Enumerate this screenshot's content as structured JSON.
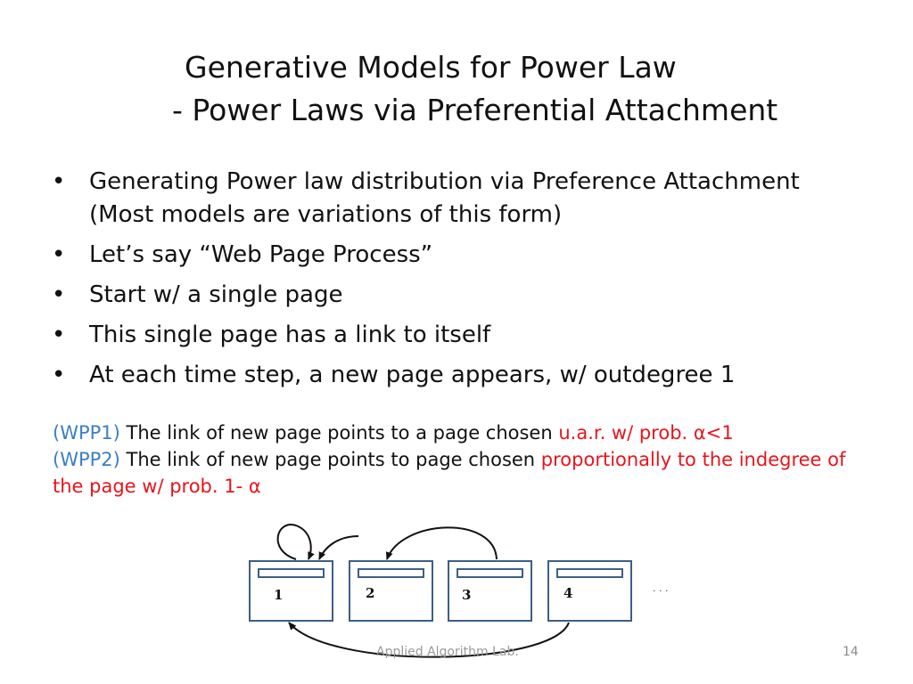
{
  "slide": {
    "title_line1": "Generative Models for Power Law",
    "title_line2": "- Power Laws via Preferential Attachment",
    "bullets": [
      "Generating Power law distribution via Preference Attachment (Most models are variations of this form)",
      "Let’s say “Web Page Process”",
      "Start w/ a single page",
      "This single page has a link to itself",
      "At each time step, a new page appears, w/ outdegree 1"
    ],
    "bullet_symbol": "•",
    "wpp1": {
      "tag": "(WPP1)",
      "text": " The link of new page points to a page chosen ",
      "highlight": "u.a.r. w/ prob. α<1"
    },
    "wpp2": {
      "tag": "(WPP2)",
      "text": " The link of new page points to page chosen ",
      "highlight": "proportionally to the indegree of the page w/ prob. 1- α"
    },
    "diagram": {
      "pages": [
        "1",
        "2",
        "3",
        "4"
      ],
      "ellipsis": ". . ."
    },
    "footer": "Applied Algorithm Lab.",
    "page_number": "14"
  },
  "colors": {
    "blue": "#3b7fc4",
    "red": "#e8141b",
    "box_border": "#3d5f86"
  }
}
